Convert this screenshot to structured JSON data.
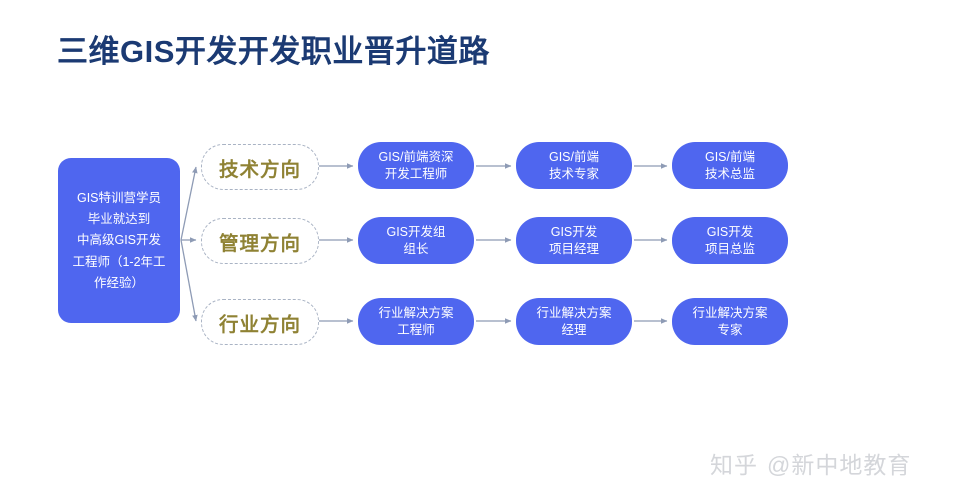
{
  "slide": {
    "title": "三维GIS开发开发职业晋升道路",
    "title_color": "#1b3a73",
    "background_color": "#ffffff",
    "accent_blue": "#4f66ef",
    "direction_label_color": "#8f8234",
    "connector_color": "#8e9bb5"
  },
  "start_box": {
    "name": "GIS特训营学员起点",
    "lines": [
      "GIS特训营学员",
      "毕业就达到",
      "中高级GIS开发",
      "工程师（1-2年工",
      "作经验）"
    ]
  },
  "tracks": [
    {
      "direction": "技术方向",
      "steps": [
        {
          "lines": [
            "GIS/前端资深",
            "开发工程师"
          ]
        },
        {
          "lines": [
            "GIS/前端",
            "技术专家"
          ]
        },
        {
          "lines": [
            "GIS/前端",
            "技术总监"
          ]
        }
      ]
    },
    {
      "direction": "管理方向",
      "steps": [
        {
          "lines": [
            "GIS开发组",
            "组长"
          ]
        },
        {
          "lines": [
            "GIS开发",
            "项目经理"
          ]
        },
        {
          "lines": [
            "GIS开发",
            "项目总监"
          ]
        }
      ]
    },
    {
      "direction": "行业方向",
      "steps": [
        {
          "lines": [
            "行业解决方案",
            "工程师"
          ]
        },
        {
          "lines": [
            "行业解决方案",
            "经理"
          ]
        },
        {
          "lines": [
            "行业解决方案",
            "专家"
          ]
        }
      ]
    }
  ],
  "watermark": {
    "platform": "知乎",
    "handle": "@新中地教育",
    "color": "#d4d6da"
  }
}
